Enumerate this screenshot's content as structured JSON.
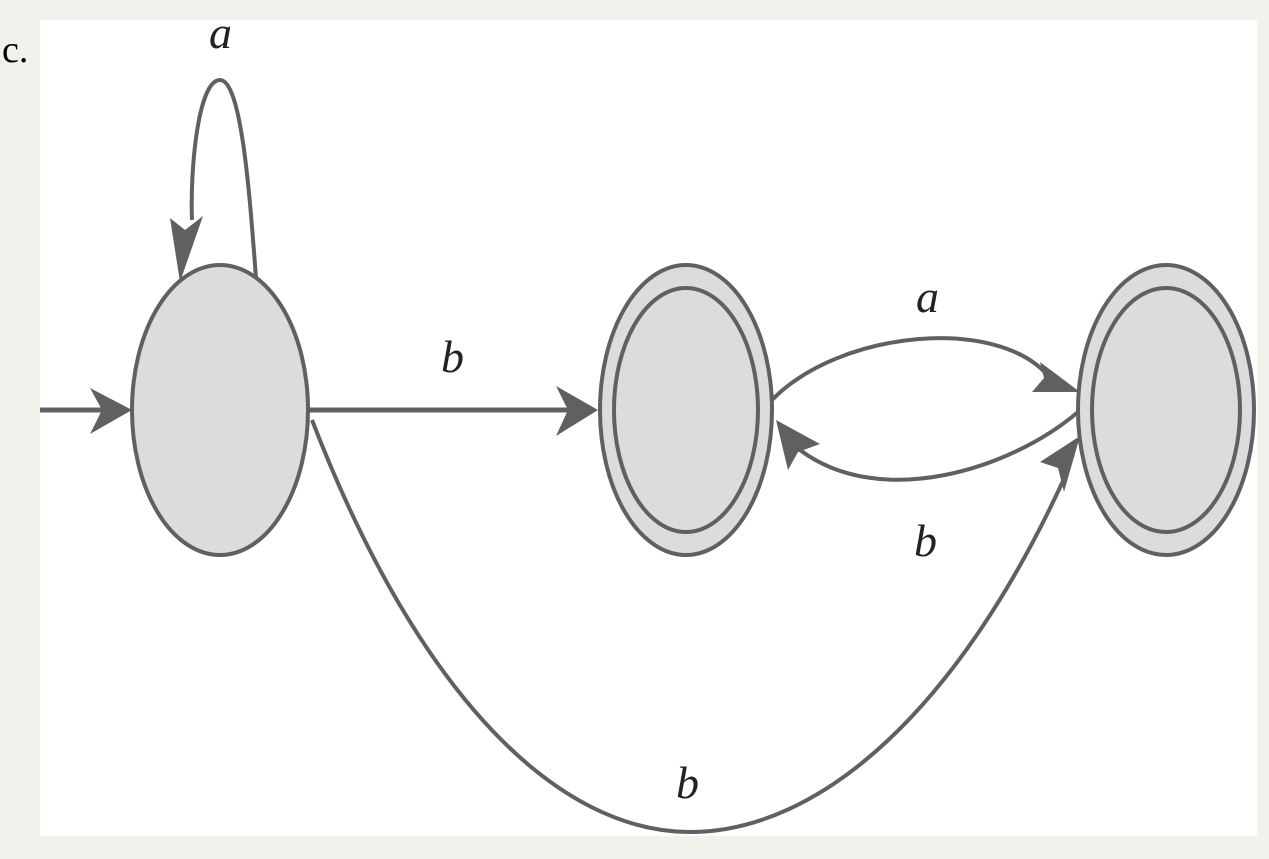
{
  "item_label": "c.",
  "transitions": {
    "q0_self": "a",
    "q0_q1": "b",
    "q1_q2": "a",
    "q2_q1": "b",
    "q0_q2": "b"
  },
  "states": [
    {
      "id": "q0",
      "initial": true,
      "accepting": false
    },
    {
      "id": "q1",
      "initial": false,
      "accepting": true
    },
    {
      "id": "q2",
      "initial": false,
      "accepting": true
    }
  ],
  "colors": {
    "state_fill": "#dcdcde",
    "stroke": "#606062",
    "background": "#f2f1ec",
    "panel": "#ffffff"
  }
}
